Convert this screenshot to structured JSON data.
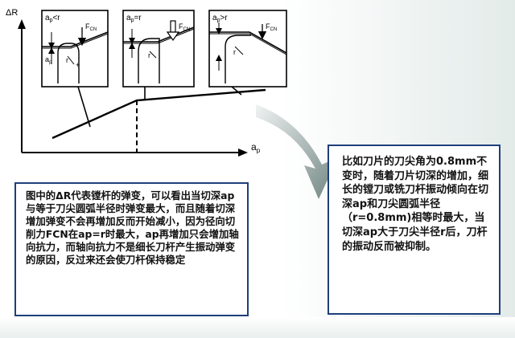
{
  "diagram": {
    "y_axis_label": "ΔR",
    "x_axis_label_main": "a",
    "x_axis_label_sub": "p",
    "panel1_condition": "a",
    "panel1_condition_sub": "p",
    "panel1_condition_rest": "<r",
    "panel2_condition": "a",
    "panel2_condition_sub": "p",
    "panel2_condition_rest": "=r",
    "panel3_condition": "a",
    "panel3_condition_sub": "p",
    "panel3_condition_rest": ">r",
    "force_label_main": "F",
    "force_label_sub": "CN",
    "depth_label_main": "a",
    "depth_label_sub": "p",
    "radius_label": "r"
  },
  "left_note": {
    "text": "图中的ΔR代表镗杆的弹变，可以看出当切深ap与等于刀尖圆弧半径时弹变最大，而且随着切深增加弹变不会再增加反而开始减小，因为径向切削力FCN在ap=r时最大，ap再增加只会增加轴向抗力，而轴向抗力不是细长刀杆产生振动弹变的原因，反过来还会使刀杆保持稳定"
  },
  "right_note": {
    "text": "比如刀片的刀尖角为0.8mm不变时，随着刀片切深的增加，细长的镗刀或铣刀杆振动倾向在切深ap和刀尖圆弧半径（r=0.8mm)相等时最大，当切深ap大于刀尖半径r后，刀杆的振动反而被抑制。"
  },
  "colors": {
    "note_border": "#1f3f7a",
    "arrow_gradient_start": "#e9eef0",
    "arrow_gradient_end": "#6f8580",
    "slide_background": "#e3ebe9"
  }
}
